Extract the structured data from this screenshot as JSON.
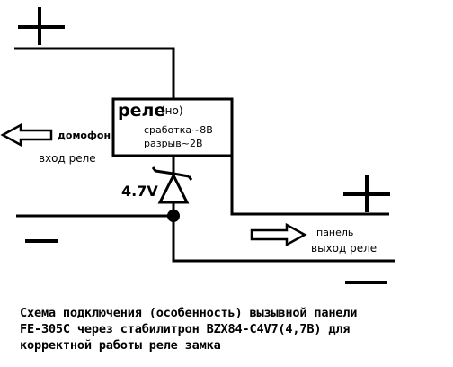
{
  "relay": {
    "title": "реле",
    "mode": "(но)",
    "trigger": "сработка~8В",
    "release": "разрыв~2В"
  },
  "zener_label": "4.7V",
  "polarity": {
    "plus": "+",
    "minus": "—"
  },
  "intercom": {
    "label": "домофон",
    "input_label": "вход реле"
  },
  "panel": {
    "label": "панель",
    "output_label": "выход реле"
  },
  "caption": {
    "line1": "Схема подключения (особенность) вызывной панели",
    "line2": "FE-305C через стабилитрон BZX84-C4V7(4,7В) для",
    "line3": "корректной работы реле замка"
  }
}
